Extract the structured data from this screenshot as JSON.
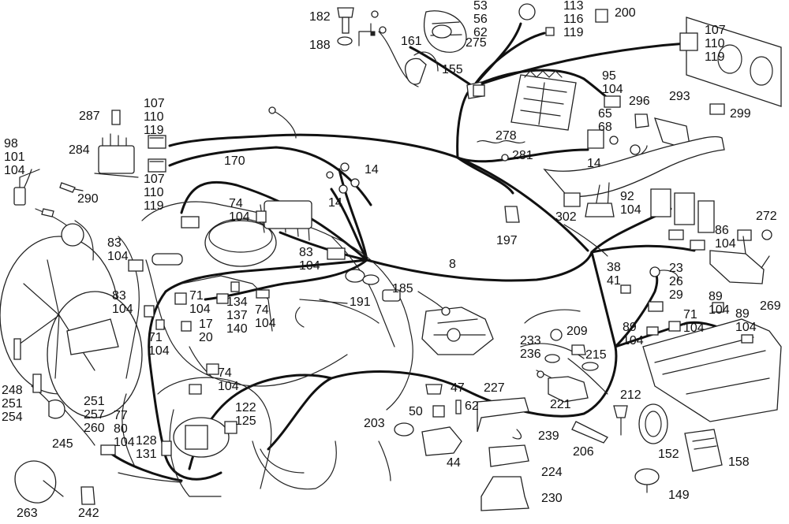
{
  "labels": {
    "l182": "182",
    "l188": "188",
    "l161": "161",
    "l53_56_62": [
      "53",
      "56",
      "62"
    ],
    "l275": "275",
    "l155": "155",
    "l113_116_119": [
      "113",
      "116",
      "119"
    ],
    "l200": "200",
    "l107_110_119_top": [
      "107",
      "110",
      "119"
    ],
    "l95_104": [
      "95",
      "104"
    ],
    "l296": "296",
    "l293": "293",
    "l299": "299",
    "l65_68": [
      "65",
      "68"
    ],
    "l278": "278",
    "l281": "281",
    "l14_right": "14",
    "l92_104": [
      "92",
      "104"
    ],
    "l272": "272",
    "l302": "302",
    "l86_104": [
      "86",
      "104"
    ],
    "l197": "197",
    "l287": "287",
    "l98_101_104": [
      "98",
      "101",
      "104"
    ],
    "l107_110_119_a": [
      "107",
      "110",
      "119"
    ],
    "l284": "284",
    "l170": "170",
    "l107_110_119_b": [
      "107",
      "110",
      "119"
    ],
    "l290": "290",
    "l14_mid_a": "14",
    "l14_mid_b": "14",
    "l74_104_top": [
      "74",
      "104"
    ],
    "l83_104_left": [
      "83",
      "104"
    ],
    "l83_104_mid": [
      "83",
      "104"
    ],
    "l8": "8",
    "l38_41": [
      "38",
      "41"
    ],
    "l23_26_29": [
      "23",
      "26",
      "29"
    ],
    "l83_104_low": [
      "83",
      "104"
    ],
    "l71_104_a": [
      "71",
      "104"
    ],
    "l134_137_140": [
      "134",
      "137",
      "140"
    ],
    "l74_104_mid": [
      "74",
      "104"
    ],
    "l17_20": [
      "17",
      "20"
    ],
    "l191": "191",
    "l185": "185",
    "l89_104_a": [
      "89",
      "104"
    ],
    "l269": "269",
    "l89_104_b": [
      "89",
      "104"
    ],
    "l71_104_b": [
      "71",
      "104"
    ],
    "l71_104_c": [
      "71",
      "104"
    ],
    "l89_104_c": [
      "89",
      "104"
    ],
    "l209": "209",
    "l233": "233",
    "l236": "236",
    "l215": "215",
    "l74_104_low": [
      "74",
      "104"
    ],
    "l47": "47",
    "l227": "227",
    "l50": "50",
    "l62": "62",
    "l221": "221",
    "l212": "212",
    "l248_251_254": [
      "248",
      "251",
      "254"
    ],
    "l251_257_260": [
      "251",
      "257",
      "260"
    ],
    "l77_80_104": [
      "77",
      "80",
      "104"
    ],
    "l122_125": [
      "122",
      "125"
    ],
    "l203": "203",
    "l239": "239",
    "l128_131": [
      "128",
      "131"
    ],
    "l245": "245",
    "l44": "44",
    "l206": "206",
    "l152": "152",
    "l158": "158",
    "l224": "224",
    "l149": "149",
    "l230": "230",
    "l263": "263",
    "l242": "242"
  }
}
